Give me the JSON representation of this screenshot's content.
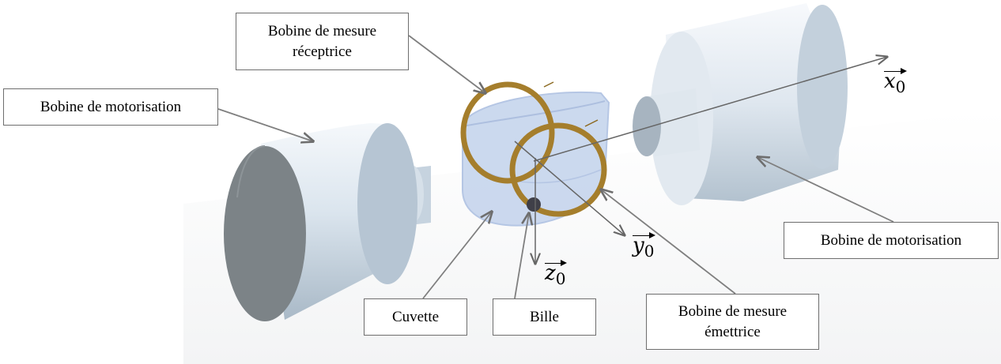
{
  "labels": {
    "bobine_mesure_receptrice_line1": "Bobine de mesure",
    "bobine_mesure_receptrice_line2": "réceptrice",
    "bobine_motorisation_gauche": "Bobine de motorisation",
    "bobine_motorisation_droite": "Bobine de motorisation",
    "cuvette": "Cuvette",
    "bille": "Bille",
    "bobine_mesure_emettrice_line1": "Bobine de mesure",
    "bobine_mesure_emettrice_line2": "émettrice"
  },
  "axes": {
    "x": {
      "symbol": "x",
      "subscript": "0"
    },
    "y": {
      "symbol": "y",
      "subscript": "0"
    },
    "z": {
      "symbol": "z",
      "subscript": "0"
    }
  },
  "colors": {
    "cylinder_light": "#eef3f8",
    "cylinder_mid": "#c9d6e2",
    "cylinder_dark": "#9fb1c2",
    "cylinder_end": "#7d8488",
    "coil": "#a57e2c",
    "cuvette": "#b9cbe8",
    "ball": "#3f3f48",
    "leader": "#7f7f7f",
    "axis": "#6a6a6a"
  }
}
